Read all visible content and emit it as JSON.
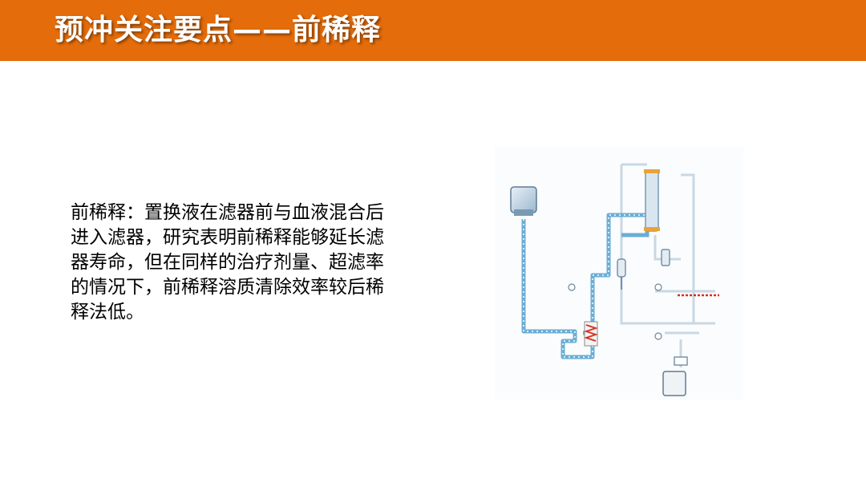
{
  "slide": {
    "title": "预冲关注要点——前稀释",
    "body": "前稀释：置换液在滤器前与血液混合后进入滤器，研究表明前稀释能够延长滤器寿命，但在同样的治疗剂量、超滤率的情况下，前稀释溶质清除效率较后稀释法低。"
  },
  "diagram": {
    "image_name": "crrt-pre-dilution-circuit",
    "colors": {
      "header": "#e46c0a",
      "blood_line": "#6baed6",
      "tube": "#c8d8e4",
      "heater": "#d7301f",
      "filter_cap": "#e8a33a"
    }
  }
}
